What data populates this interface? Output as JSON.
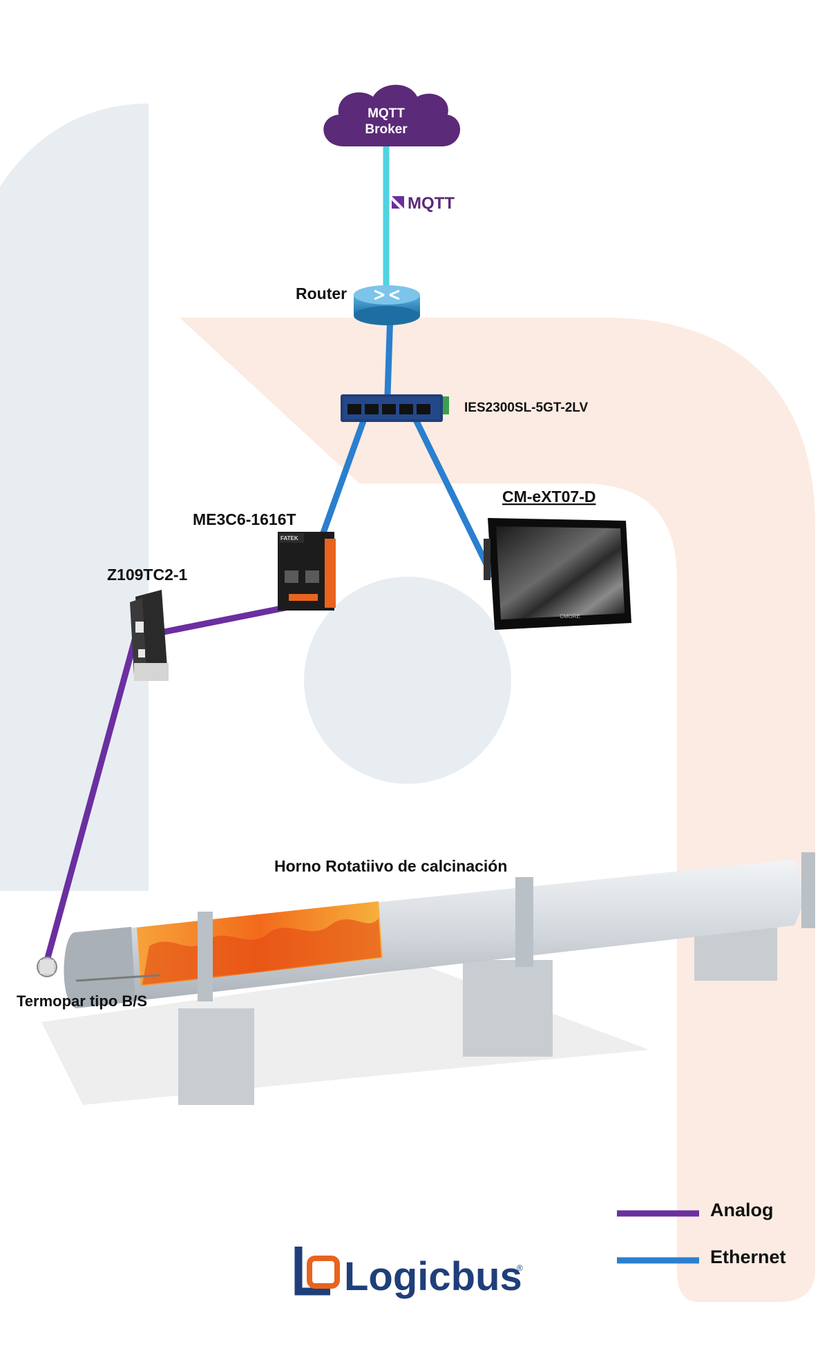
{
  "broker": {
    "line1": "MQTT",
    "line2": "Broker"
  },
  "mqtt_logo": {
    "text": "MQTT"
  },
  "labels": {
    "router": "Router",
    "switch": "IES2300SL-5GT-2LV",
    "hmi": "CM-eXT07-D",
    "plc": "ME3C6-1616T",
    "converter": "Z109TC2-1",
    "kiln": "Horno Rotatiivo de calcinación",
    "thermocouple": "Termopar tipo B/S"
  },
  "device_text": {
    "plc_brand": "FATEK",
    "hmi_brand": "CMORE"
  },
  "legend": [
    {
      "label": "Analog",
      "color": "#6b2fa0"
    },
    {
      "label": "Ethernet",
      "color": "#2a7fcf"
    }
  ],
  "colors": {
    "analog": "#6b2fa0",
    "ethernet": "#2a7fcf",
    "mqtt_link": "#4fd3e0",
    "cloud": "#5b2a78",
    "logo_blue": "#1f3f7a",
    "logo_orange": "#e8641e"
  },
  "logo": {
    "text": "Logicbus",
    "mark": "®"
  }
}
